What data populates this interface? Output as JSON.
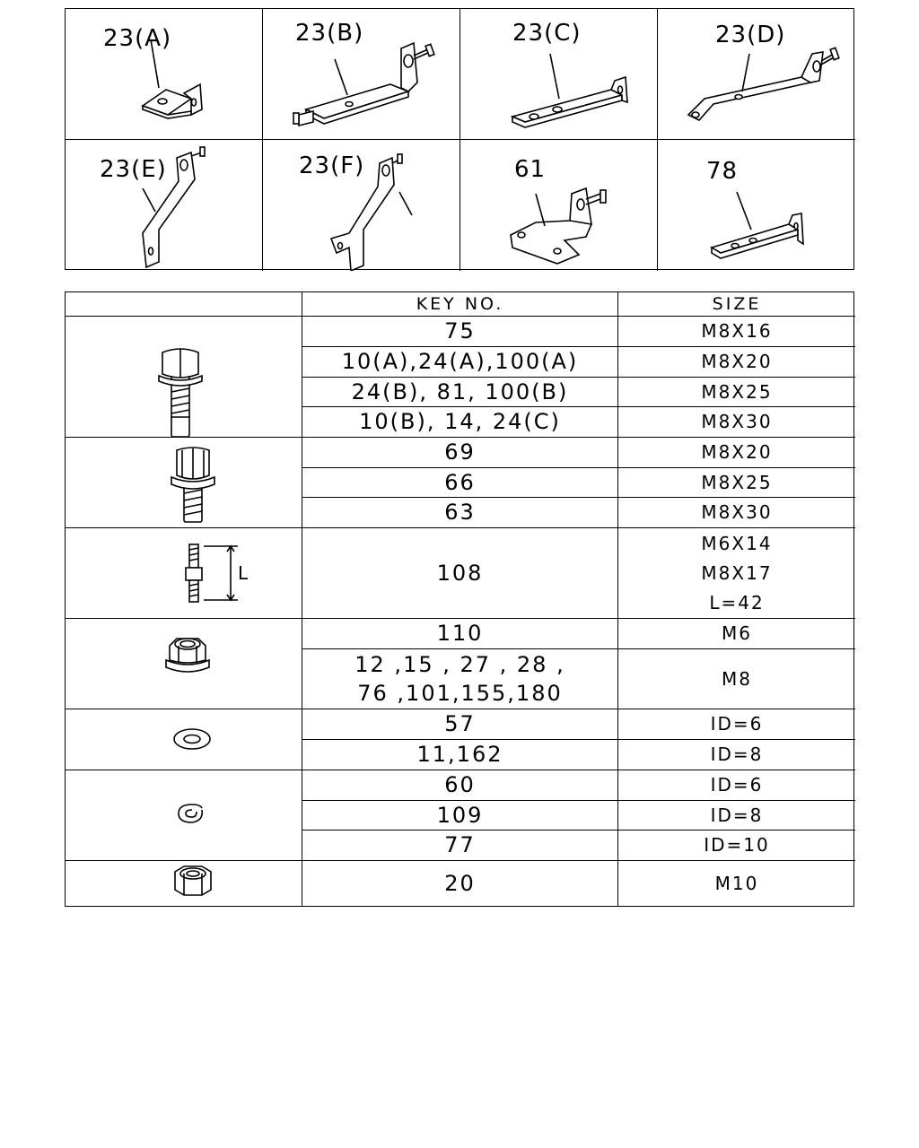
{
  "brackets": [
    {
      "label": "23(A)"
    },
    {
      "label": "23(B)"
    },
    {
      "label": "23(C)"
    },
    {
      "label": "23(D)"
    },
    {
      "label": "23(E)"
    },
    {
      "label": "23(F)"
    },
    {
      "label": "61"
    },
    {
      "label": "78"
    }
  ],
  "table": {
    "header_blank": "",
    "header_key": "KEY NO.",
    "header_size": "SIZE",
    "groups": [
      {
        "icon": "flange-bolt-icon",
        "rows": [
          {
            "key": "75",
            "size": "M8X16"
          },
          {
            "key": "10(A),24(A),100(A)",
            "size": "M8X20"
          },
          {
            "key": "24(B), 81, 100(B)",
            "size": "M8X25"
          },
          {
            "key": "10(B), 14, 24(C)",
            "size": "M8X30"
          }
        ]
      },
      {
        "icon": "washer-bolt-icon",
        "rows": [
          {
            "key": "69",
            "size": "M8X20"
          },
          {
            "key": "66",
            "size": "M8X25"
          },
          {
            "key": "63",
            "size": "M8X30"
          }
        ]
      },
      {
        "icon": "stud-bolt-icon",
        "stud_label": "L",
        "rows": [
          {
            "key": "108",
            "size": "M6X14\nM8X17\nL=42"
          }
        ]
      },
      {
        "icon": "flange-nut-icon",
        "rows": [
          {
            "key": "110",
            "size": "M6"
          },
          {
            "key": "12 ,15 , 27 , 28 ,\n76 ,101,155,180",
            "size": "M8"
          }
        ]
      },
      {
        "icon": "plain-washer-icon",
        "rows": [
          {
            "key": "57",
            "size": "ID=6"
          },
          {
            "key": "11,162",
            "size": "ID=8"
          }
        ]
      },
      {
        "icon": "clip-icon",
        "rows": [
          {
            "key": "60",
            "size": "ID=6"
          },
          {
            "key": "109",
            "size": "ID=8"
          },
          {
            "key": "77",
            "size": "ID=10"
          }
        ]
      },
      {
        "icon": "hex-nut-icon",
        "rows": [
          {
            "key": "20",
            "size": "M10"
          }
        ]
      }
    ]
  }
}
